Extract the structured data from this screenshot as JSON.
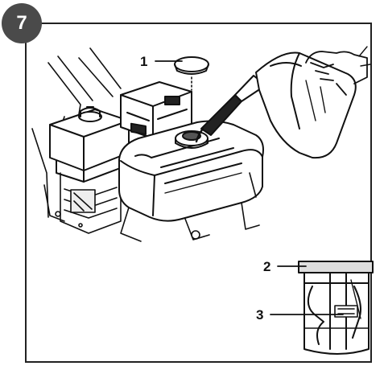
{
  "figure": {
    "step_number": "7",
    "callouts": [
      {
        "label": "1",
        "target": "fuel-cap-icon"
      },
      {
        "label": "2",
        "target": "fuel-strainer-icon"
      },
      {
        "label": "3",
        "target": "strainer-mesh-icon"
      }
    ]
  },
  "colors": {
    "line": "#111111",
    "badge": "#4a4a4a",
    "badge_text": "#ffffff"
  }
}
